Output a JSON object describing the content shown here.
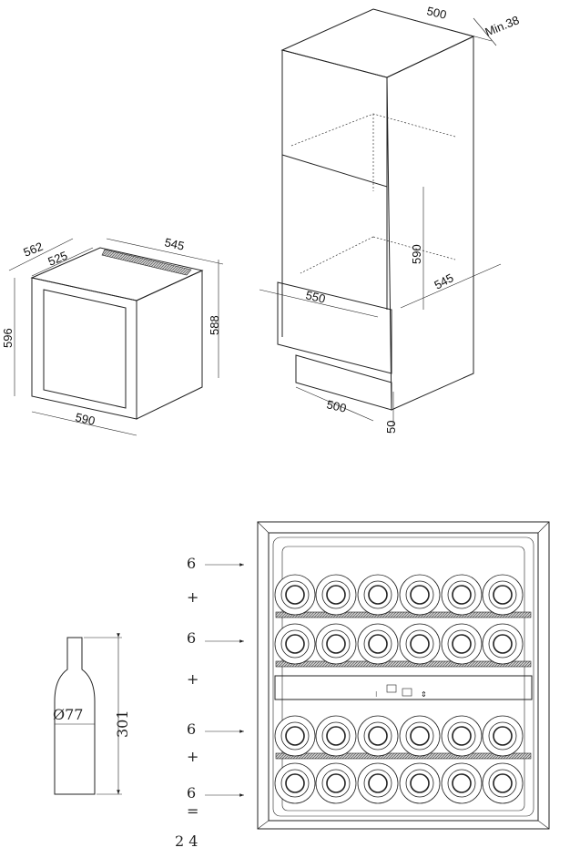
{
  "appliance_dimensions": {
    "depth_total": "562",
    "depth_body": "525",
    "width_top": "545",
    "height_front": "596",
    "height_side": "588",
    "width_front": "590"
  },
  "cabinet_dimensions": {
    "top_depth": "500",
    "ventilation_gap": "Min.38",
    "niche_height": "590",
    "niche_depth": "545",
    "niche_width": "550",
    "plinth_width": "500",
    "plinth_height": "50"
  },
  "bottle": {
    "diameter": "Ø77",
    "height": "301"
  },
  "capacity": {
    "rows": [
      {
        "count": "6",
        "operator": "+"
      },
      {
        "count": "6",
        "operator": "+"
      },
      {
        "count": "6",
        "operator": "+"
      },
      {
        "count": "6",
        "operator": "="
      }
    ],
    "total": "2 4"
  }
}
